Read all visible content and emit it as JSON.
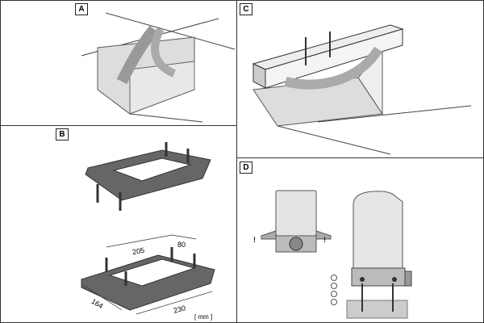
{
  "panels": {
    "a": {
      "label": "A"
    },
    "b": {
      "label": "B",
      "dim_width_front": "205",
      "dim_width_side": "80",
      "dim_depth": "164",
      "dim_length": "230",
      "unit": "[ mm ]"
    },
    "c": {
      "label": "C"
    },
    "d": {
      "label": "D"
    }
  }
}
